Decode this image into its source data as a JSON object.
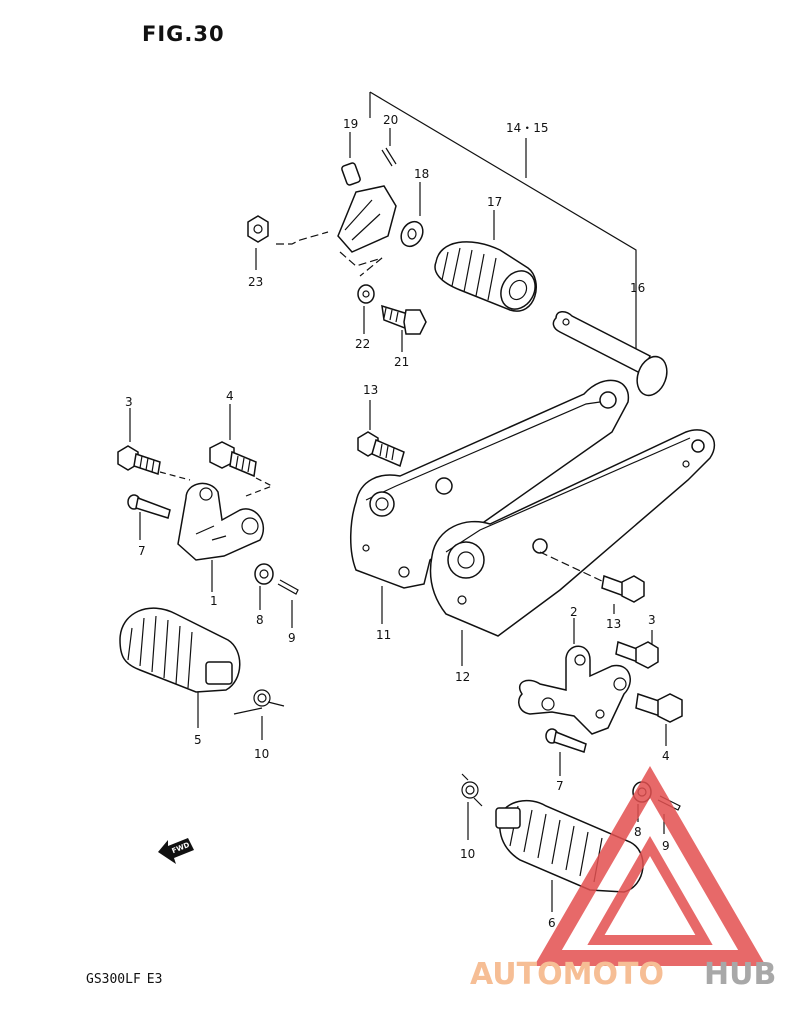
{
  "figure": {
    "title": "FIG.30",
    "model": "GS300LF",
    "region": "E3"
  },
  "callouts": {
    "c1": "1",
    "c2": "2",
    "c3a": "3",
    "c3b": "3",
    "c4a": "4",
    "c4b": "4",
    "c5": "5",
    "c6": "6",
    "c7a": "7",
    "c7b": "7",
    "c8a": "8",
    "c8b": "8",
    "c9a": "9",
    "c9b": "9",
    "c10a": "10",
    "c10b": "10",
    "c11": "11",
    "c12": "12",
    "c13a": "13",
    "c13b": "13",
    "c1415": "14・15",
    "c16": "16",
    "c17": "17",
    "c18": "18",
    "c19": "19",
    "c20": "20",
    "c21": "21",
    "c22": "22",
    "c23": "23"
  },
  "direction_marker": {
    "label": "FWD"
  },
  "watermark": {
    "part1": "AUTOMOTO",
    "part2": "HUB",
    "color1": "#f5b383",
    "color2": "#9a9a9a",
    "mark_color": "#e35050"
  }
}
